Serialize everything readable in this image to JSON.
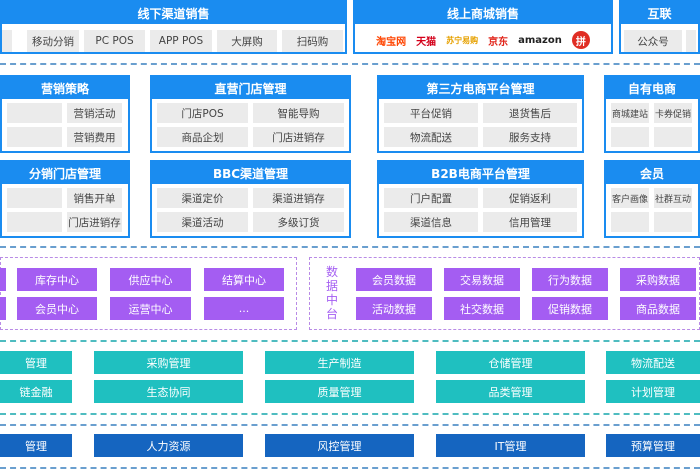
{
  "offline": {
    "title": "线下渠道销售",
    "items": [
      "",
      "移动分销",
      "PC POS",
      "APP POS",
      "大屏购",
      "扫码购"
    ]
  },
  "online": {
    "title": "线上商城销售",
    "logos": [
      {
        "name": "淘宝网",
        "color": "#ff4400"
      },
      {
        "name": "天猫",
        "color": "#d4001a"
      },
      {
        "name": "苏宁易购",
        "color": "#e6a100"
      },
      {
        "name": "京东",
        "color": "#e1251b"
      },
      {
        "name": "amazon",
        "color": "#222222"
      },
      {
        "name": "拼",
        "color": "#e02e24"
      }
    ]
  },
  "internet": {
    "title": "互联",
    "items": [
      "公众号",
      ""
    ]
  },
  "mods": [
    {
      "title": "营销策略",
      "items": [
        "",
        "营销活动",
        "",
        "营销费用"
      ]
    },
    {
      "title": "直营门店管理",
      "items": [
        "门店POS",
        "智能导购",
        "商品企划",
        "门店进销存"
      ]
    },
    {
      "title": "第三方电商平台管理",
      "items": [
        "平台促销",
        "退货售后",
        "物流配送",
        "服务支持"
      ]
    },
    {
      "title": "自有电商",
      "items": [
        "商城建站",
        "卡券促销"
      ]
    },
    {
      "title": "分销门店管理",
      "items": [
        "",
        "销售开单",
        "",
        "门店进销存"
      ]
    },
    {
      "title": "BBC渠道管理",
      "items": [
        "渠道定价",
        "渠道进销存",
        "渠道活动",
        "多级订货"
      ]
    },
    {
      "title": "B2B电商平台管理",
      "items": [
        "门户配置",
        "促销返利",
        "渠道信息",
        "信用管理"
      ]
    },
    {
      "title": "会员",
      "items": [
        "客户画像",
        "社群互动"
      ]
    }
  ],
  "business_center": {
    "row1": [
      "",
      "库存中心",
      "供应中心",
      "结算中心"
    ],
    "row2": [
      "",
      "会员中心",
      "运营中心",
      "..."
    ]
  },
  "data_center": {
    "label": "数据中台",
    "row1": [
      "会员数据",
      "交易数据",
      "行为数据",
      "采购数据"
    ],
    "row2": [
      "活动数据",
      "社交数据",
      "促销数据",
      "商品数据"
    ]
  },
  "supply": {
    "row1": [
      "管理",
      "采购管理",
      "生产制造",
      "仓储管理",
      "物流配送"
    ],
    "row2": [
      "链金融",
      "生态协同",
      "质量管理",
      "品类管理",
      "计划管理"
    ]
  },
  "mgmt": [
    "管理",
    "人力资源",
    "风控管理",
    "IT管理",
    "预算管理"
  ],
  "colors": {
    "blue": "#1a8cf0",
    "purple": "#a45df2",
    "teal": "#1fc0c0",
    "dark_blue": "#1565c0"
  }
}
